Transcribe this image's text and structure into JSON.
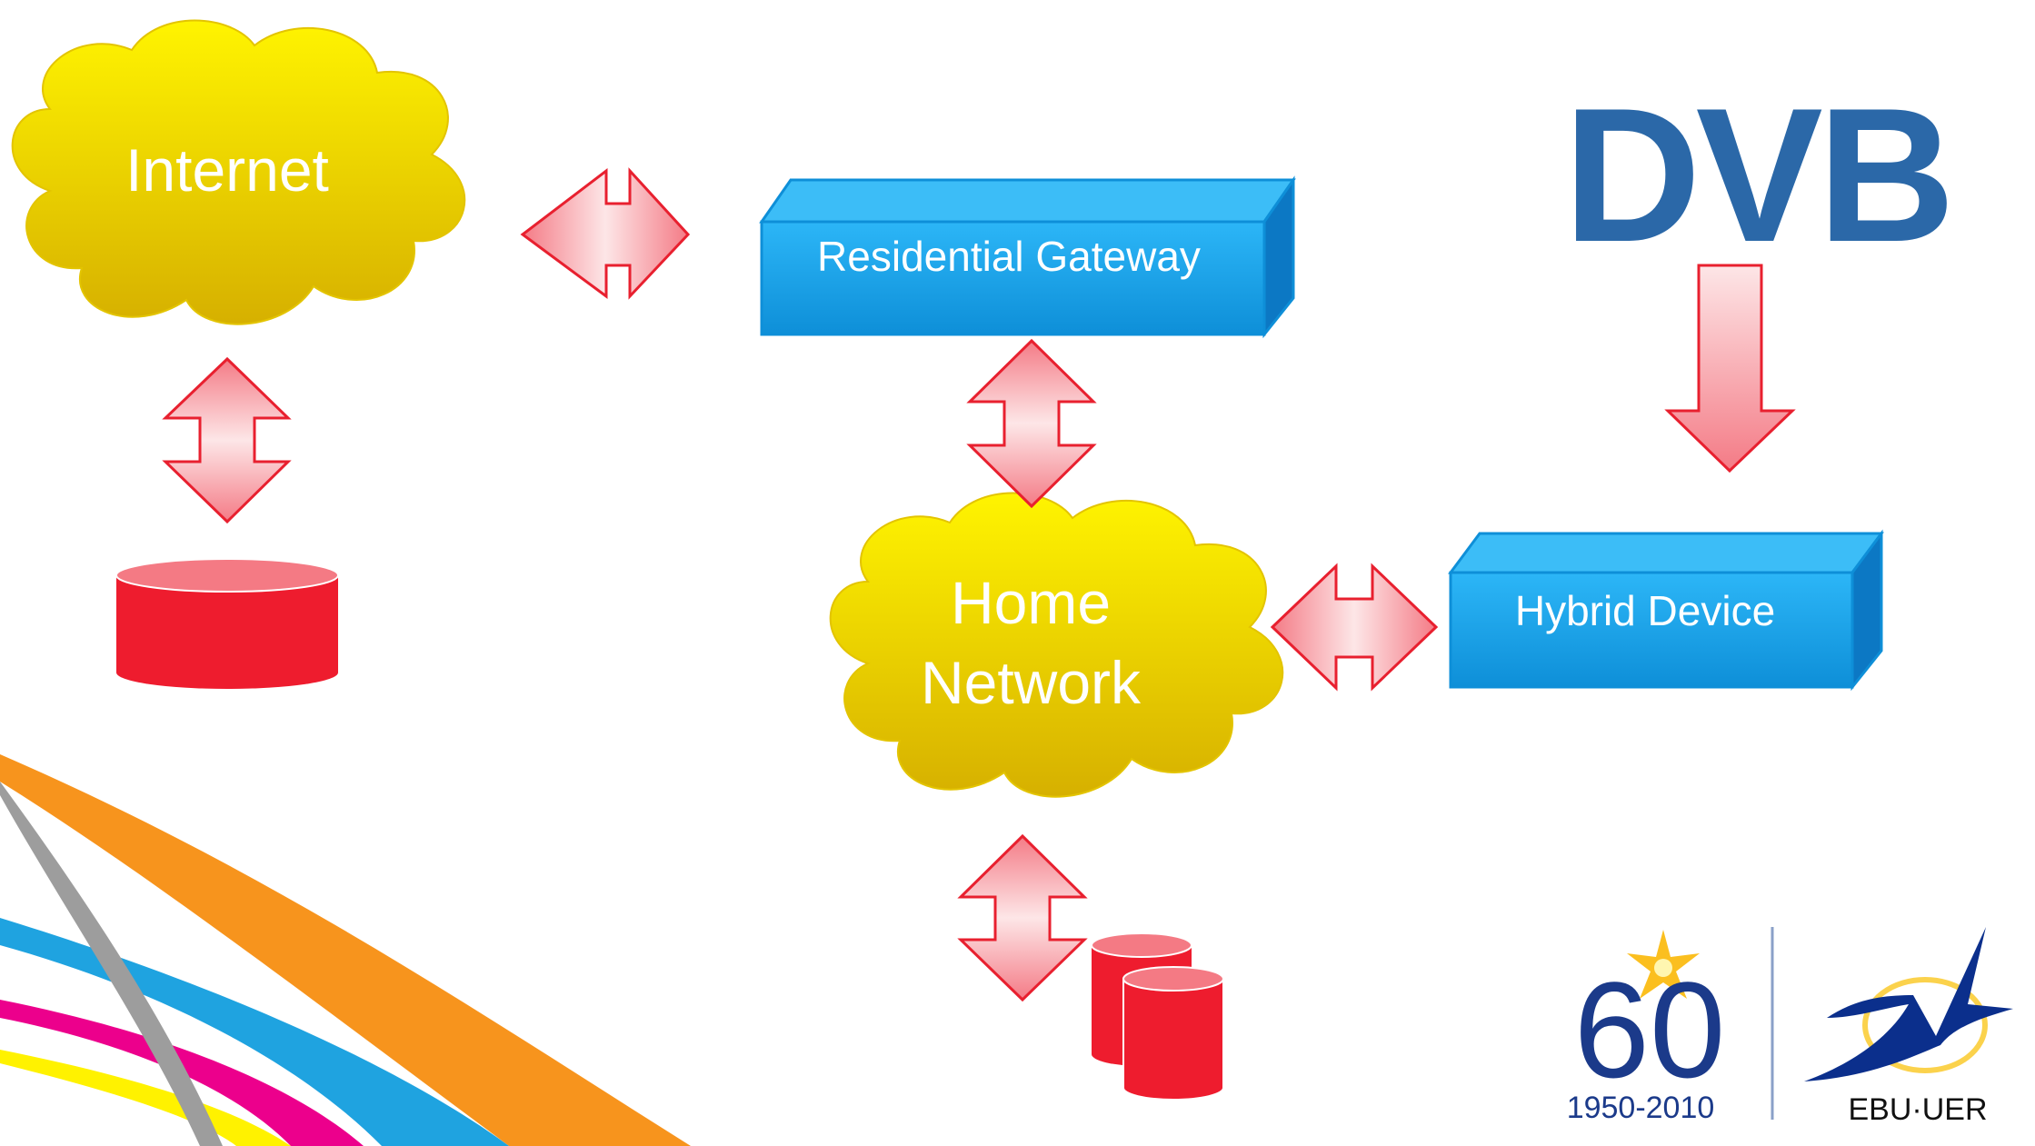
{
  "nodes": {
    "internet": {
      "label": "Internet"
    },
    "home_network": {
      "label_line1": "Home",
      "label_line2": "Network"
    },
    "residential_gateway": {
      "label": "Residential Gateway"
    },
    "hybrid_device": {
      "label": "Hybrid Device"
    }
  },
  "logos": {
    "dvb": {
      "text": "DVB"
    },
    "anniversary": {
      "number": "60",
      "years": "1950-2010"
    },
    "ebu": {
      "text": "EBU·UER"
    }
  },
  "colors": {
    "cloud_top": "#fff200",
    "cloud_bottom": "#d9b400",
    "box_front": "#1aa3e8",
    "box_side": "#0c75c0",
    "arrow_fill_light": "#fde3e4",
    "arrow_fill_dark": "#f27c85",
    "arrow_stroke": "#e8202f",
    "cylinder": "#ee1c2e",
    "dvb_blue": "#2b68a8",
    "ebu_blue": "#0b2f8c"
  }
}
